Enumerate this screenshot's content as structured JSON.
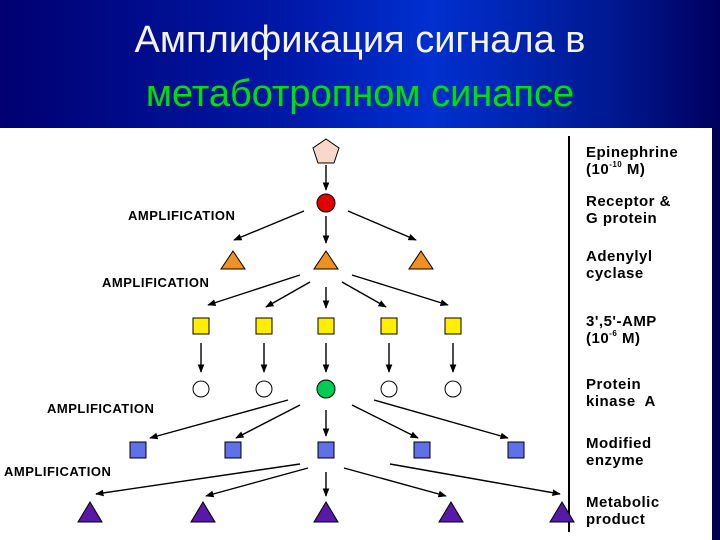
{
  "slide": {
    "title_line1": "Амплификация сигнала в",
    "title_line2": "метаботропном синапсе",
    "colors": {
      "background_blue": "#0020b0",
      "title_line1": "#f4f4f4",
      "title_line2": "#00e000",
      "epinephrine": "#f8d8c8",
      "receptor": "#e00000",
      "adenylyl_cyclase": "#f09020",
      "camp": "#ffee00",
      "protein_kinase_active": "#00cc55",
      "modified_enzyme": "#6070e8",
      "metabolic_product": "#5818a8"
    }
  },
  "diagram": {
    "amplification_label": "AMPLIFICATION",
    "labels": {
      "epinephrine": {
        "line1": "Epinephrine",
        "line2_prefix": "(10",
        "line2_exp": "-10",
        "line2_suffix": " M)"
      },
      "receptor": {
        "line1": "Receptor &",
        "line2": "G protein"
      },
      "adenylyl": {
        "line1": "Adenylyl",
        "line2": "cyclase"
      },
      "camp": {
        "line1": "3',5'-AMP",
        "line2_prefix": "(10",
        "line2_exp": "-6",
        "line2_suffix": " M)"
      },
      "protein_kinase": {
        "line1": "Protein",
        "line2": "kinase  A"
      },
      "modified_enzyme": {
        "line1": "Modified",
        "line2": "enzyme"
      },
      "metabolic": {
        "line1": "Metabolic",
        "line2": "product"
      }
    }
  }
}
